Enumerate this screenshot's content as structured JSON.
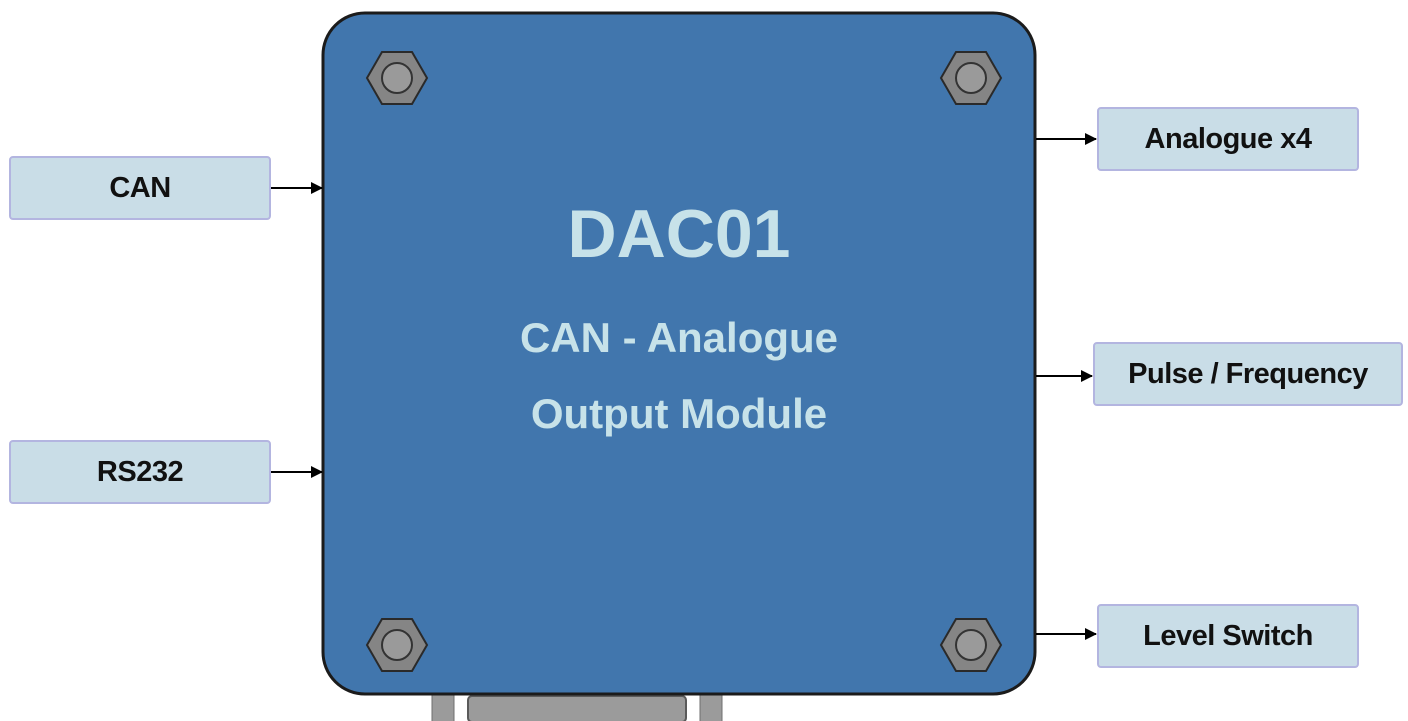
{
  "module": {
    "title": "DAC01",
    "subtitle_line1": "CAN - Analogue",
    "subtitle_line2": "Output Module"
  },
  "inputs": [
    {
      "label": "CAN"
    },
    {
      "label": "RS232"
    }
  ],
  "outputs": [
    {
      "label": "Analogue x4"
    },
    {
      "label": "Pulse / Frequency"
    },
    {
      "label": "Level Switch"
    }
  ],
  "colors": {
    "module_fill": "#4176ad",
    "module_text": "#c7e2e9",
    "label_fill": "#c9dde7",
    "label_border": "#b3b5e0",
    "screw": "#808080"
  }
}
